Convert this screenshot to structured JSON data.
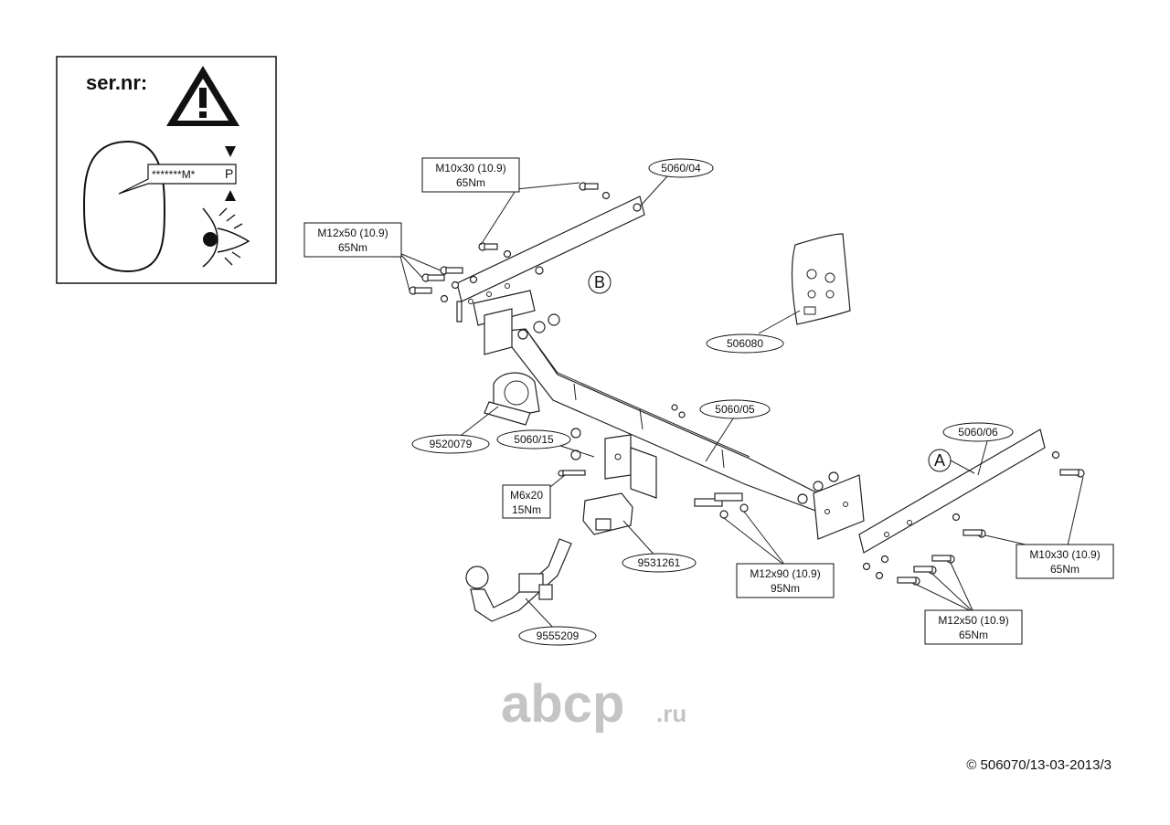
{
  "serial_box": {
    "title": "ser.nr:",
    "plate_text": "*******M*",
    "plate_letter": "P"
  },
  "labels": {
    "bolt_m10_top": {
      "line1": "M10x30 (10.9)",
      "line2": "65Nm"
    },
    "bolt_m12_top": {
      "line1": "M12x50 (10.9)",
      "line2": "65Nm"
    },
    "bolt_m6": {
      "line1": "M6x20",
      "line2": "15Nm"
    },
    "bolt_m12x90": {
      "line1": "M12x90 (10.9)",
      "line2": "95Nm"
    },
    "bolt_m10_right": {
      "line1": "M10x30 (10.9)",
      "line2": "65Nm"
    },
    "bolt_m12_bottom": {
      "line1": "M12x50 (10.9)",
      "line2": "65Nm"
    }
  },
  "parts": {
    "p506004": "5060/04",
    "p506080": "506080",
    "p506005": "5060/05",
    "p9520079": "9520079",
    "p506015": "5060/15",
    "p506006": "5060/06",
    "p9531261": "9531261",
    "p9555209": "9555209"
  },
  "markers": {
    "a": "A",
    "b": "B"
  },
  "watermark": {
    "main": "abcp",
    "suffix": ".ru"
  },
  "copyright": "© 506070/13-03-2013/3"
}
